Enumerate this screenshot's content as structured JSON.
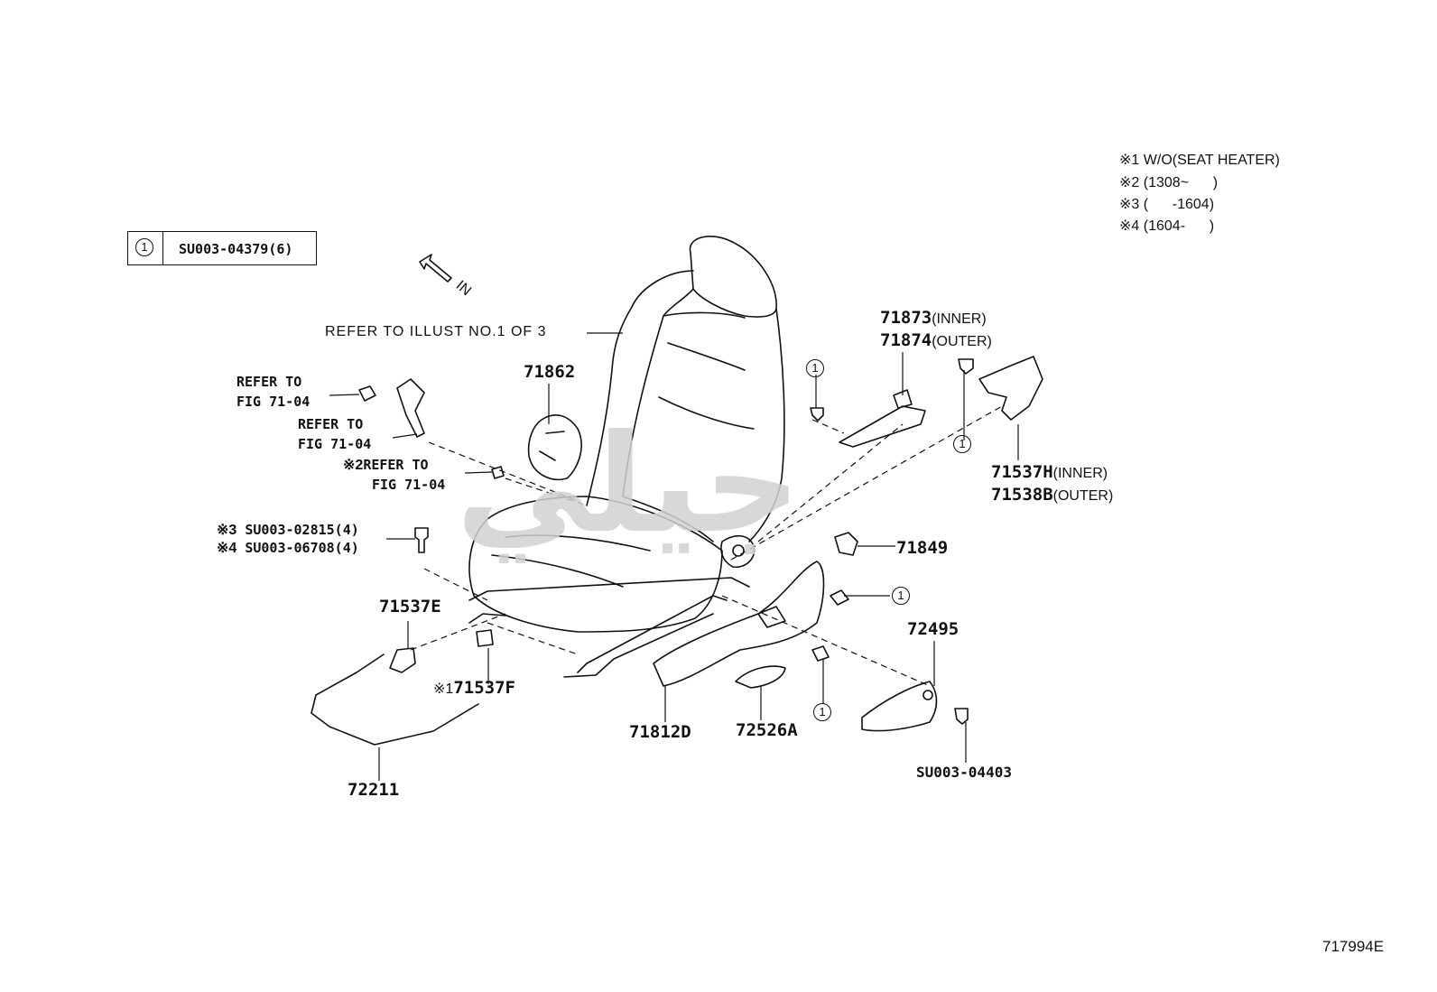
{
  "legend": {
    "circle_symbol": "1",
    "part_number": "SU003-04379(6)"
  },
  "notes": [
    {
      "mark": "※1",
      "text": "W/O(SEAT HEATER)"
    },
    {
      "mark": "※2",
      "text": "(1308~      )"
    },
    {
      "mark": "※3",
      "text": "(      -1604)"
    },
    {
      "mark": "※4",
      "text": "(1604-      )"
    }
  ],
  "direction": {
    "label": "IN"
  },
  "refer_illust": "REFER TO ILLUST NO.1 OF 3",
  "refs": {
    "r1_line1": "REFER TO",
    "r1_line2": "FIG 71-04",
    "r2_line1": "REFER TO",
    "r2_line2": "FIG 71-04",
    "r3_mark": "※2",
    "r3_line1": "REFER TO",
    "r3_line2": "FIG 71-04"
  },
  "bolts": {
    "b1_mark": "※3",
    "b1_text": "SU003-02815(4)",
    "b2_mark": "※4",
    "b2_text": "SU003-06708(4)"
  },
  "parts": {
    "p71862": "71862",
    "p71873": "71873",
    "p71873_note": "(INNER)",
    "p71874": "71874",
    "p71874_note": "(OUTER)",
    "p71537H": "71537H",
    "p71537H_note": "(INNER)",
    "p71538B": "71538B",
    "p71538B_note": "(OUTER)",
    "p71849": "71849",
    "p71537E": "71537E",
    "p71537F_mark": "※1",
    "p71537F": "71537F",
    "p72495": "72495",
    "p71812D": "71812D",
    "p72526A": "72526A",
    "p72211": "72211",
    "pSU003_04403": "SU003-04403"
  },
  "circle_mark": "1",
  "watermark": "جيلي",
  "figure_id": "717994E"
}
